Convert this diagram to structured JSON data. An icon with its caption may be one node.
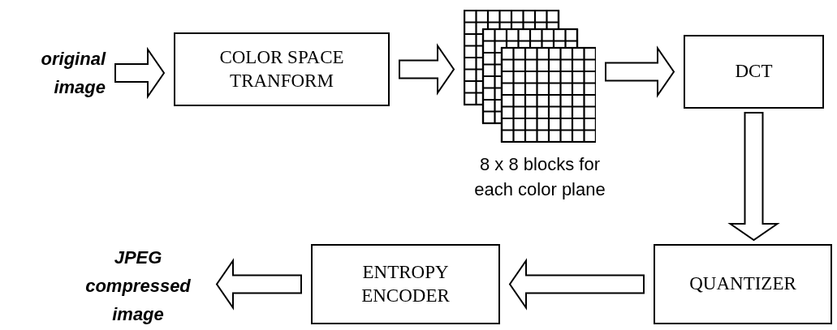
{
  "diagram": {
    "nodes": [
      {
        "text": [
          "original image"
        ]
      },
      {
        "text": [
          "COLOR SPACE TRANFORM"
        ]
      },
      {
        "text": [],
        "shape": "picture",
        "beside": [
          "8 x 8 blocks for each color plane"
        ]
      },
      {
        "text": [
          "DCT"
        ]
      },
      {
        "text": [
          "QUANTIZER"
        ]
      },
      {
        "text": [
          "ENTROPY ENCODER"
        ]
      },
      {
        "text": [
          "JPEG compressed image"
        ]
      }
    ],
    "edges": [
      {
        "from": 0,
        "to": 1,
        "arrow": "to"
      },
      {
        "from": 1,
        "to": 2,
        "arrow": "to"
      },
      {
        "from": 2,
        "to": 3,
        "arrow": "to"
      },
      {
        "from": 3,
        "to": 4,
        "arrow": "to"
      },
      {
        "from": 4,
        "to": 5,
        "arrow": "to"
      },
      {
        "from": 5,
        "to": 6,
        "arrow": "to"
      }
    ]
  }
}
